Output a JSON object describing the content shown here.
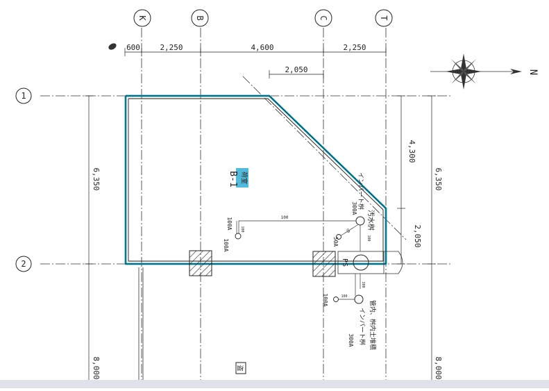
{
  "axes_x": [
    {
      "id": "k",
      "label": "K"
    },
    {
      "id": "b",
      "label": "B"
    },
    {
      "id": "c",
      "label": "C"
    },
    {
      "id": "t",
      "label": "T"
    }
  ],
  "axes_y": [
    {
      "id": "1",
      "label": "1"
    },
    {
      "id": "2",
      "label": "2"
    }
  ],
  "dimensions": {
    "top": [
      "600",
      "2,250",
      "4,600",
      "2,250"
    ],
    "top_sub": "2,050",
    "left_1": "6,350",
    "left_2": "8,000",
    "right_1": "4,300",
    "right_2": "6,350",
    "right_3": "2,050",
    "right_4": "8,000"
  },
  "compass": {
    "north": "N"
  },
  "room": {
    "stamp": "B-1",
    "tag": "荷室"
  },
  "pipes": {
    "seg_100_a": "100",
    "seg_100_b": "100",
    "seg_100_c": "100",
    "seg_50": "50",
    "seg_100_d": "100",
    "seg_300": "300",
    "seg_100_e": "100"
  },
  "labels": {
    "left_100a_1": "100A",
    "left_100a_2": "100A",
    "stack_title": "汚水桝",
    "stack_sub": "インバート桝",
    "stack_size": "300A",
    "fifty_a": "50A",
    "lower_left": "100A",
    "lower_t1": "管内、桝内土堆積",
    "lower_t2": "インバート桝",
    "lower_t3": "300A",
    "ps": "PS",
    "bottom_tag": "盗"
  }
}
